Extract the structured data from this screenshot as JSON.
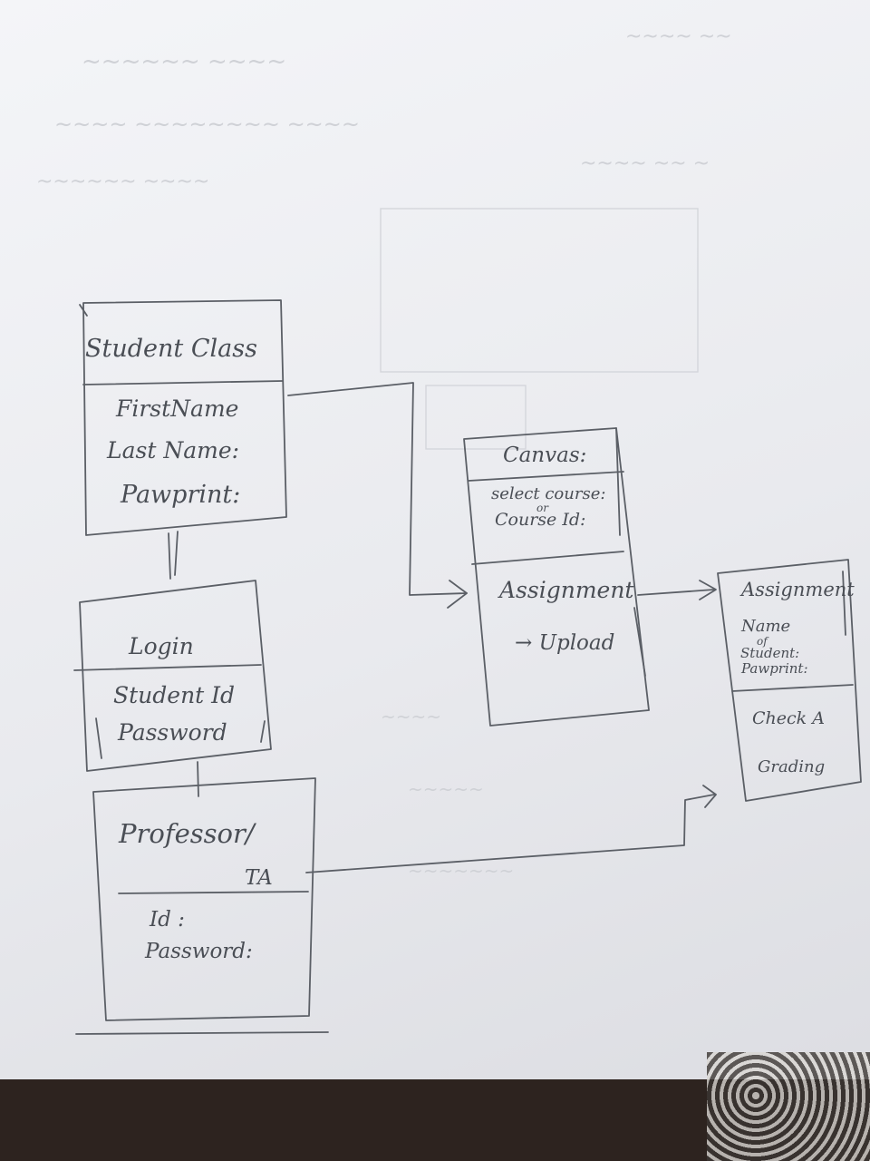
{
  "diagram": {
    "student": {
      "title": "Student Class",
      "first": "FirstName",
      "last": "Last Name:",
      "paw": "Pawprint:"
    },
    "login": {
      "title": "Login",
      "sid": "Student Id",
      "pw": "Password"
    },
    "prof": {
      "title": "Professor/",
      "ta": "TA",
      "id": "Id :",
      "pw": "Password:"
    },
    "canvas": {
      "title": "Canvas:",
      "select": "select course:",
      "or": "or",
      "cid": "Course Id:",
      "assign": "Assignment",
      "upload": "→ Upload"
    },
    "assignment": {
      "title": "Assignment",
      "name": "Name",
      "of": "of",
      "student": "Student:",
      "paw": "Pawprint:",
      "check": "Check A",
      "grading": "Grading"
    }
  }
}
